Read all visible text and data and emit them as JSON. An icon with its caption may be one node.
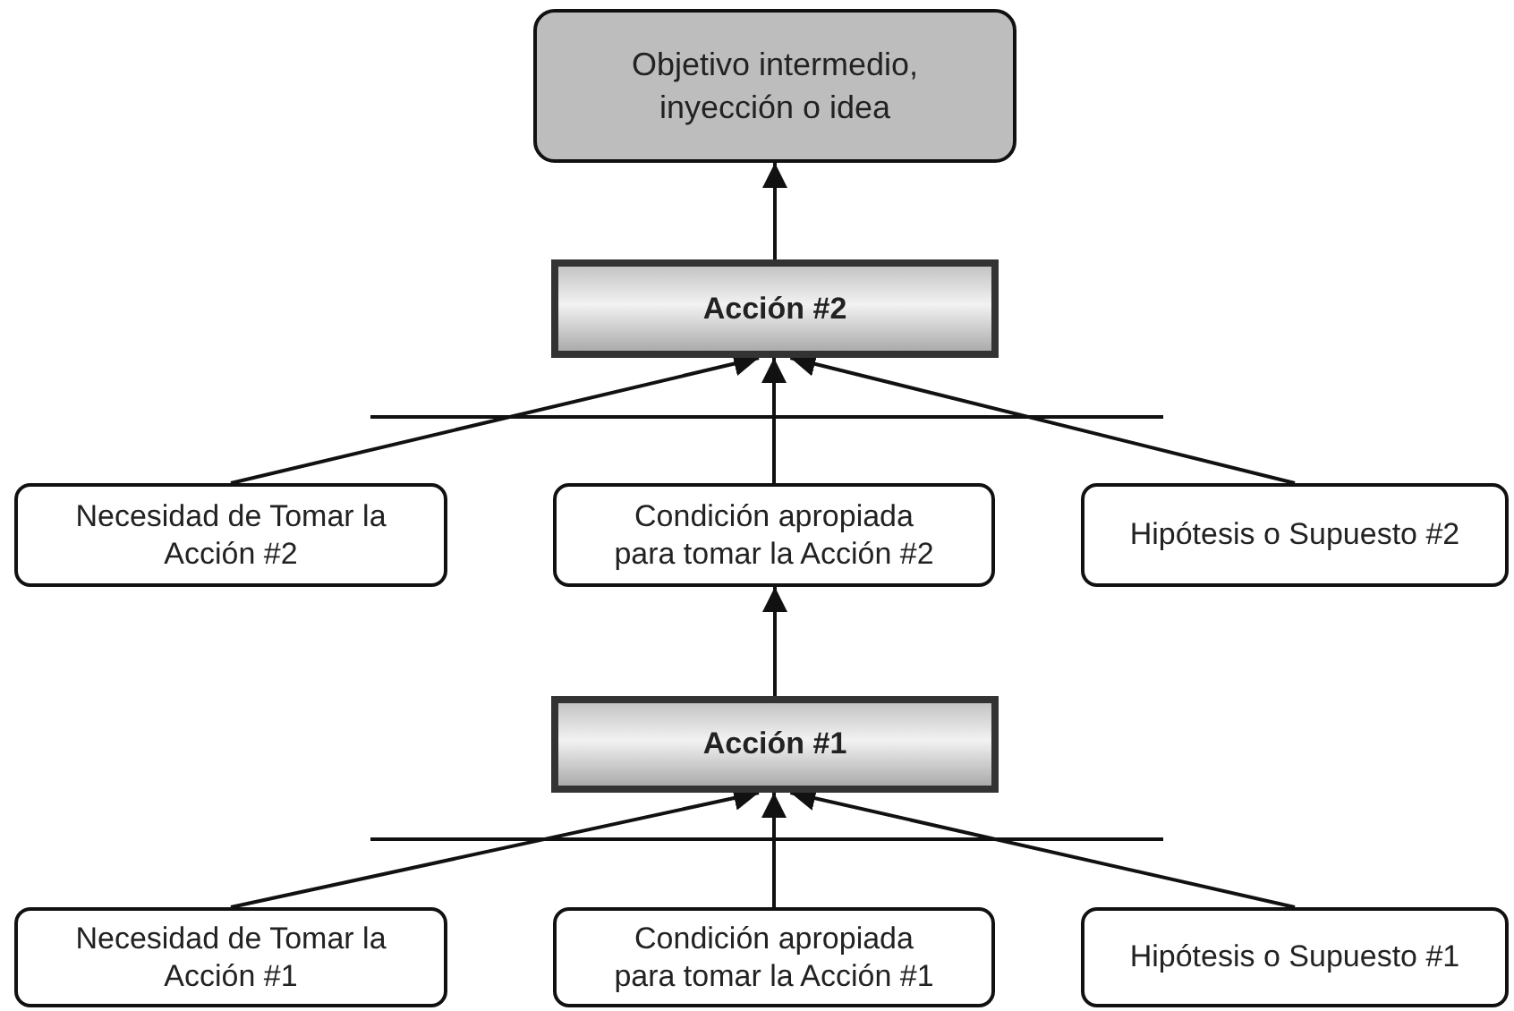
{
  "diagram": {
    "nodes": [
      {
        "text": [
          "Objetivo intermedio, inyección o idea"
        ]
      },
      {
        "text": [
          "Acción #2"
        ]
      },
      {
        "text": [
          "Necesidad de Tomar la Acción #2"
        ]
      },
      {
        "text": [
          "Condición apropiada para tomar la Acción #2"
        ]
      },
      {
        "text": [
          "Hipótesis o Supuesto #2"
        ]
      },
      {
        "text": [
          "Acción #1"
        ]
      },
      {
        "text": [
          "Necesidad de Tomar la Acción #1"
        ]
      },
      {
        "text": [
          "Condición apropiada para tomar la Acción #1"
        ]
      },
      {
        "text": [
          "Hipótesis o Supuesto #1"
        ]
      }
    ],
    "edges": [
      {
        "from": 1,
        "to": 0,
        "arrow": "to"
      },
      {
        "from": 2,
        "to": 1,
        "arrow": "to"
      },
      {
        "from": 3,
        "to": 1,
        "arrow": "to"
      },
      {
        "from": 4,
        "to": 1,
        "arrow": "to"
      },
      {
        "from": 5,
        "to": 3,
        "arrow": "to"
      },
      {
        "from": 6,
        "to": 5,
        "arrow": "to"
      },
      {
        "from": 7,
        "to": 5,
        "arrow": "to"
      },
      {
        "from": 8,
        "to": 5,
        "arrow": "to"
      }
    ]
  }
}
